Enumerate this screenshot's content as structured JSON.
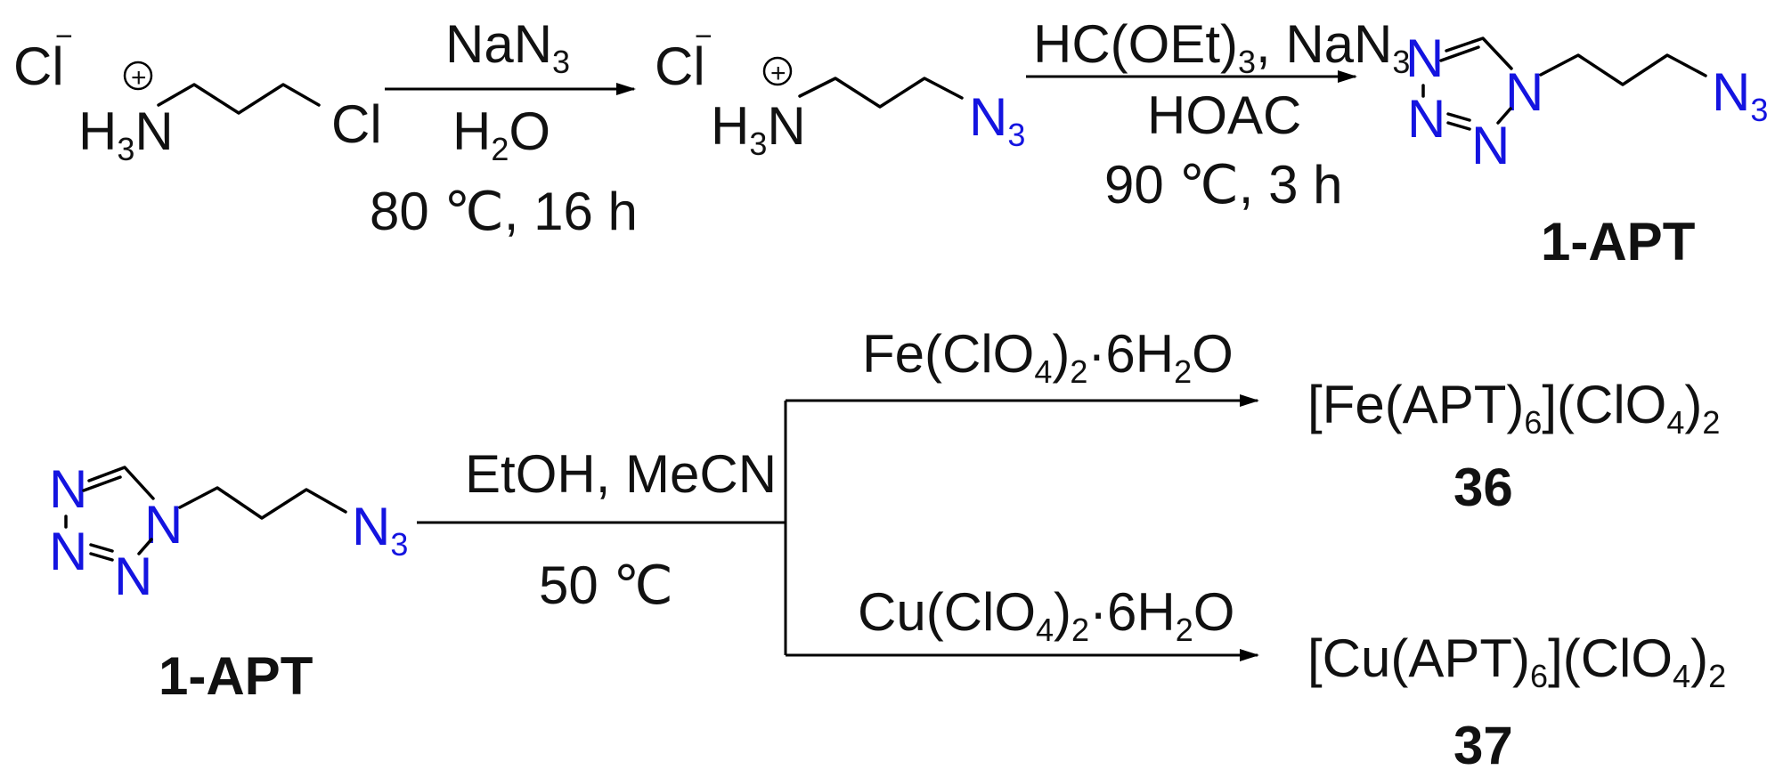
{
  "colors": {
    "nitrogen": "#1414e0",
    "text": "#111111"
  },
  "reaction1": {
    "reactant": {
      "counterion": "Cl",
      "counterion_charge": "−",
      "ammonium": "H",
      "ammonium_sub": "3",
      "ammonium_n": "N",
      "plus": "+",
      "chloro": "Cl"
    },
    "reagent_top_main": "NaN",
    "reagent_top_sub": "3",
    "reagent_mid_main": "H",
    "reagent_mid_sub": "2",
    "reagent_mid_tail": "O",
    "conditions": "80 ℃, 16 h"
  },
  "intermediate": {
    "counterion": "Cl",
    "counterion_charge": "−",
    "ammonium": "H",
    "ammonium_sub": "3",
    "ammonium_n": "N",
    "plus": "+",
    "azide_main": "N",
    "azide_sub": "3"
  },
  "reaction2": {
    "reagent_top_a": "HC(OEt)",
    "reagent_top_a_sub": "3",
    "reagent_top_b": ", NaN",
    "reagent_top_b_sub": "3",
    "reagent_mid": "HOAC",
    "conditions": "90 ℃, 3 h"
  },
  "product_1apt": {
    "tetrazole_n": "N",
    "azide_main": "N",
    "azide_sub": "3",
    "label": "1-APT"
  },
  "reaction3": {
    "reactant_label": "1-APT",
    "solvent": "EtOH, MeCN",
    "temperature": "50 ℃",
    "branch_fe": {
      "reagent_a": "Fe(ClO",
      "reagent_a_sub": "4",
      "reagent_b": ")",
      "reagent_b_sub": "2",
      "reagent_c": "·6H",
      "reagent_c_sub": "2",
      "reagent_d": "O"
    },
    "branch_cu": {
      "reagent_a": "Cu(ClO",
      "reagent_a_sub": "4",
      "reagent_b": ")",
      "reagent_b_sub": "2",
      "reagent_c": "·6H",
      "reagent_c_sub": "2",
      "reagent_d": "O"
    }
  },
  "products": [
    {
      "formula_a": "[Fe(APT)",
      "formula_a_sub": "6",
      "formula_b": "](ClO",
      "formula_b_sub": "4",
      "formula_c": ")",
      "formula_c_sub": "2",
      "number": "36"
    },
    {
      "formula_a": "[Cu(APT)",
      "formula_a_sub": "6",
      "formula_b": "](ClO",
      "formula_b_sub": "4",
      "formula_c": ")",
      "formula_c_sub": "2",
      "number": "37"
    }
  ]
}
